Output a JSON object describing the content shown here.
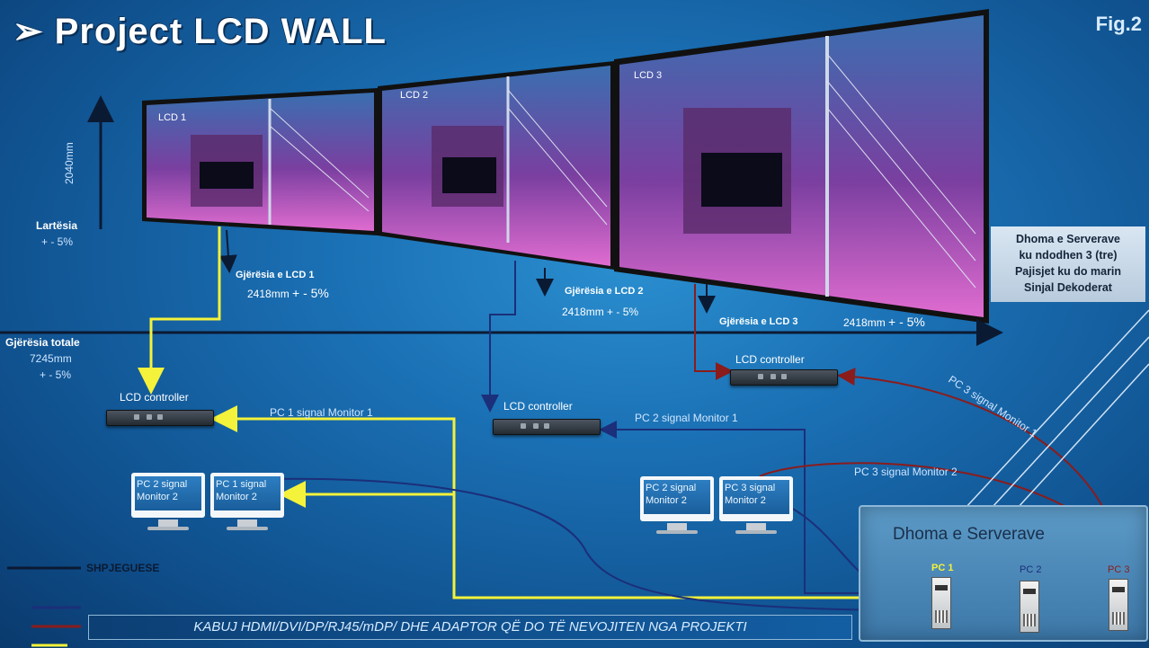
{
  "header": {
    "title": "Project LCD WALL",
    "figure": "Fig.2",
    "arrow": "➢"
  },
  "wall": {
    "panels": [
      {
        "label": "LCD 1",
        "width_label": "Gjërësia e LCD 1",
        "width_value": "2418mm",
        "width_tol": "+ - 5%"
      },
      {
        "label": "LCD 2",
        "width_label": "Gjërësia e LCD 2",
        "width_value": "2418mm",
        "width_tol": "+ - 5%"
      },
      {
        "label": "LCD 3",
        "width_label": "Gjërësia e LCD 3",
        "width_value": "2418mm",
        "width_tol": "+ - 5%"
      }
    ],
    "height": {
      "value": "2040mm",
      "label": "Lartësia",
      "tol": "+ - 5%"
    },
    "total_width": {
      "label": "Gjërësia totale",
      "value": "7245mm",
      "tol": "+ - 5%"
    }
  },
  "controllers": {
    "label": "LCD controller"
  },
  "signals": {
    "pc1_m1": "PC 1 signal Monitor 1",
    "pc2_m1": "PC 2 signal Monitor 1",
    "pc3_m1": "PC 3 signal Monitor 1",
    "pc3_m2": "PC 3 signal Monitor 2"
  },
  "monitors": [
    {
      "line1": "PC 2 signal",
      "line2": "Monitor 2"
    },
    {
      "line1": "PC 1 signal",
      "line2": "Monitor 2"
    },
    {
      "line1": "PC 2 signal",
      "line2": "Monitor 2"
    },
    {
      "line1": "PC 3 signal",
      "line2": "Monitor 2"
    }
  ],
  "server_note": {
    "lines": [
      "Dhoma e Serverave",
      "ku ndodhen 3 (tre)",
      "Pajisjet ku do marin",
      "Sinjal Dekoderat"
    ]
  },
  "server_room": {
    "title": "Dhoma e Serverave",
    "pcs": [
      "PC 1",
      "PC 2",
      "PC 3"
    ]
  },
  "legend": {
    "title": "SHPJEGUESE"
  },
  "footer": {
    "text": "KABUJ HDMI/DVI/DP/RJ45/mDP/ DHE ADAPTOR QË DO TË NEVOJITEN NGA PROJEKTI"
  },
  "colors": {
    "pc1": "#f4f23a",
    "pc2": "#1b2f7a",
    "pc3": "#8a1c1c",
    "legend_dark": "#0b1a33"
  }
}
